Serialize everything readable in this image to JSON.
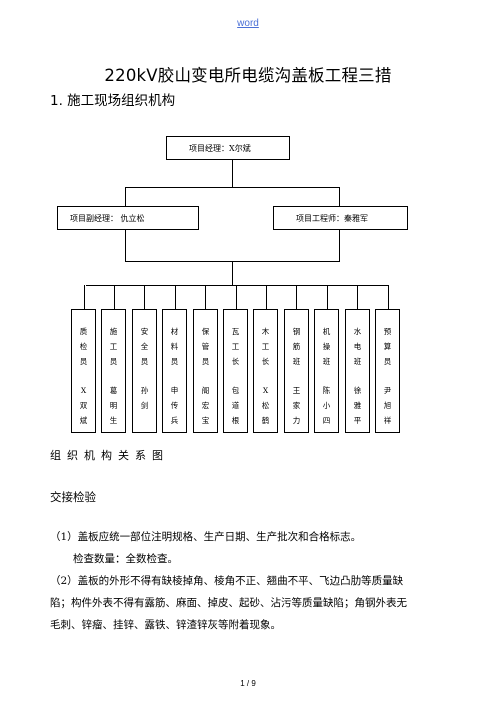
{
  "header": {
    "link_text": "word"
  },
  "title": "220kV胶山变电所电缆沟盖板工程三措",
  "section1_heading": "1.  施工现场组织机构",
  "org_chart": {
    "top": "项目经理：X尔斌",
    "deputy": "项目副经理：  仇立松",
    "engineer": "项目工程师：秦雅军",
    "leaves": [
      {
        "role": [
          "质",
          "检",
          "员"
        ],
        "name": [
          "X",
          "双",
          "斌"
        ]
      },
      {
        "role": [
          "施",
          "工",
          "员"
        ],
        "name": [
          "葛",
          "明",
          "生"
        ]
      },
      {
        "role": [
          "安",
          "全",
          "员"
        ],
        "name": [
          "孙",
          "剑"
        ]
      },
      {
        "role": [
          "材",
          "料",
          "员"
        ],
        "name": [
          "申",
          "传",
          "兵"
        ]
      },
      {
        "role": [
          "保",
          "管",
          "员"
        ],
        "name": [
          "阁",
          "宏",
          "宝"
        ]
      },
      {
        "role": [
          "瓦",
          "工",
          "长"
        ],
        "name": [
          "包",
          "道",
          "根"
        ]
      },
      {
        "role": [
          "木",
          "工",
          "长"
        ],
        "name": [
          "X",
          "松",
          "鹤"
        ]
      },
      {
        "role": [
          "钢",
          "筋",
          "班"
        ],
        "name": [
          "王",
          "家",
          "力"
        ]
      },
      {
        "role": [
          "机",
          "操",
          "班"
        ],
        "name": [
          "陈",
          "小",
          "四"
        ]
      },
      {
        "role": [
          "水",
          "电",
          "班"
        ],
        "name": [
          "徐",
          "雅",
          "平"
        ]
      },
      {
        "role": [
          "预",
          "算",
          "员"
        ],
        "name": [
          "尹",
          "旭",
          "祥"
        ]
      }
    ]
  },
  "caption": "组织机构关系图",
  "section2_heading": "交接检验",
  "paragraphs": [
    "（1）盖板应统一部位注明规格、生产日期、生产批次和合格标志。",
    "检查数量：全数检查。",
    "（2）盖板的外形不得有缺棱掉角、棱角不正、翘曲不平、飞边凸肋等质量缺",
    "陷；构件外表不得有露筋、麻面、掉皮、起砂、沾污等质量缺陷；角钢外表无",
    "毛刺、锌瘤、挂锌、露铁、锌渣锌灰等附着现象。"
  ],
  "footer": {
    "page": "1 / 9"
  }
}
